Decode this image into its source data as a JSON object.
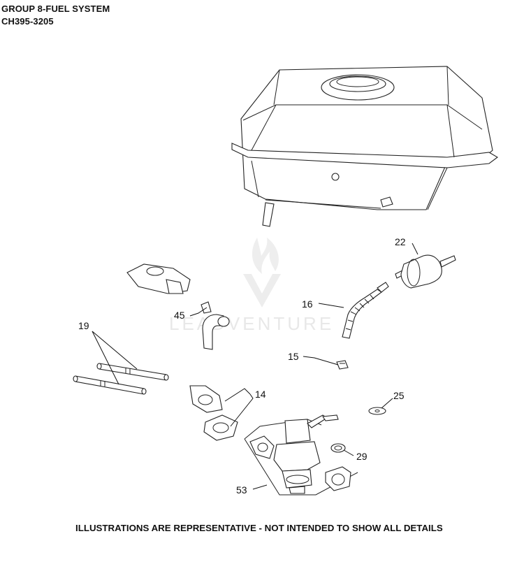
{
  "header": {
    "title": "GROUP 8-FUEL SYSTEM",
    "model": "CH395-3205"
  },
  "footer": {
    "disclaimer": "ILLUSTRATIONS ARE REPRESENTATIVE - NOT INTENDED TO SHOW ALL DETAILS"
  },
  "watermark": {
    "text": "LEADVENTURE"
  },
  "callouts": {
    "c22": "22",
    "c16": "16",
    "c45": "45",
    "c19": "19",
    "c15": "15",
    "c14": "14",
    "c25": "25",
    "c29": "29",
    "c53": "53"
  }
}
